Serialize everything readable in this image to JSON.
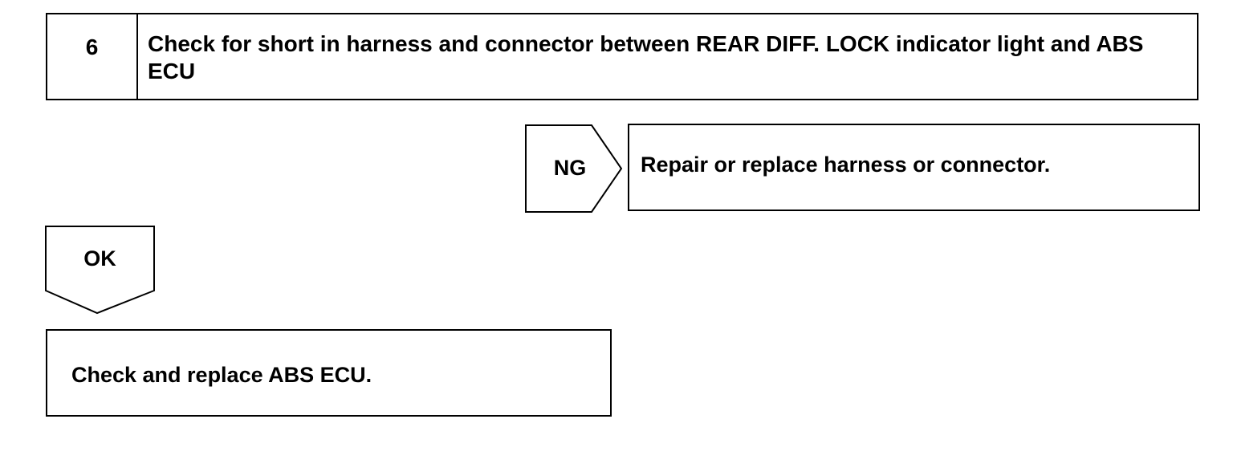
{
  "step": {
    "number": "6",
    "title": "Check for short in harness and connector between REAR DIFF. LOCK indicator light and ABS ECU"
  },
  "ng_branch": {
    "label": "NG",
    "action": "Repair or replace harness or connector."
  },
  "ok_branch": {
    "label": "OK",
    "action": "Check and replace ABS ECU."
  },
  "colors": {
    "stroke": "#000000",
    "background": "#ffffff"
  }
}
